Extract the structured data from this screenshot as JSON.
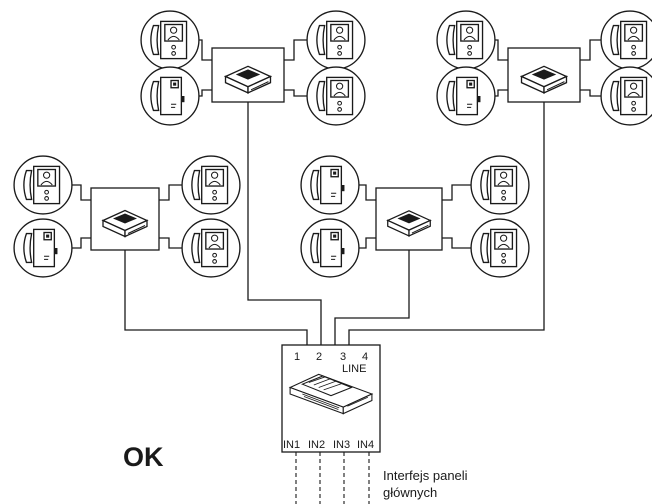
{
  "status_label": "OK",
  "main_interface": {
    "line_ports": [
      "1",
      "2",
      "3",
      "4"
    ],
    "line_label": "LINE",
    "input_ports": [
      "IN1",
      "IN2",
      "IN3",
      "IN4"
    ]
  },
  "caption": {
    "line1": "Interfejs paneli",
    "line2": "głównych"
  },
  "icons": {
    "video_monitor": "video-monitor-icon",
    "audio_handset": "audio-handset-icon",
    "distributor": "distributor-module-icon",
    "interface": "main-interface-module-icon"
  },
  "groups": [
    {
      "name": "group-top-left",
      "positions": [
        "video",
        "video",
        "audio",
        "video"
      ]
    },
    {
      "name": "group-top-right",
      "positions": [
        "video",
        "video",
        "audio",
        "video"
      ]
    },
    {
      "name": "group-middle-left",
      "positions": [
        "video",
        "video",
        "audio",
        "video"
      ]
    },
    {
      "name": "group-middle-right",
      "positions": [
        "audio",
        "video",
        "audio",
        "video"
      ]
    }
  ]
}
